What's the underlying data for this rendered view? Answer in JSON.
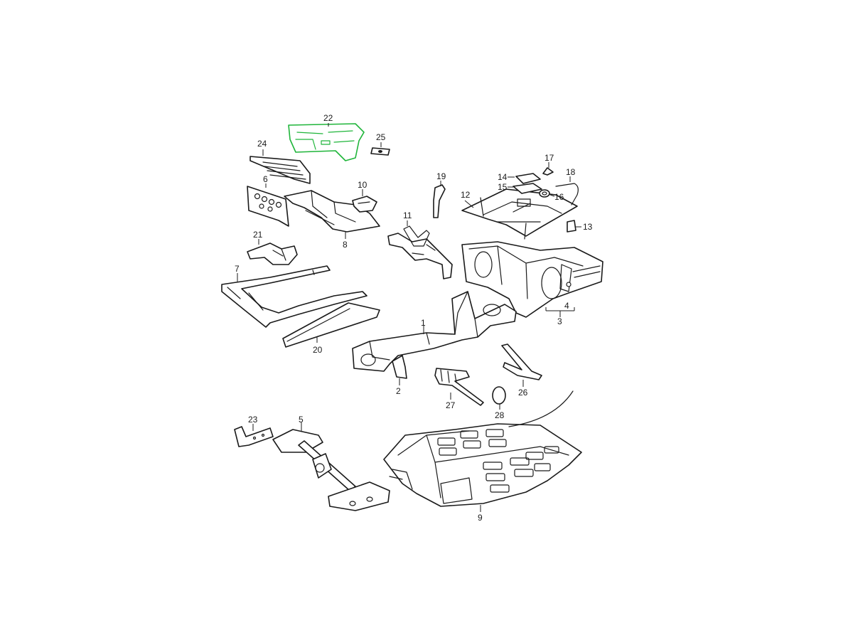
{
  "highlight_color": "#1fb53a",
  "line_color": "#1a1a1a",
  "selected_part": "22",
  "callouts": {
    "c1": "1",
    "c2": "2",
    "c3": "3",
    "c4": "4",
    "c5": "5",
    "c6": "6",
    "c7": "7",
    "c8": "8",
    "c9": "9",
    "c10": "10",
    "c11": "11",
    "c12": "12",
    "c13": "13",
    "c14": "14",
    "c15": "15",
    "c16": "16",
    "c17": "17",
    "c18": "18",
    "c19": "19",
    "c20": "20",
    "c21": "21",
    "c22": "22",
    "c23": "23",
    "c24": "24",
    "c25": "25",
    "c26": "26",
    "c27": "27",
    "c28": "28"
  }
}
